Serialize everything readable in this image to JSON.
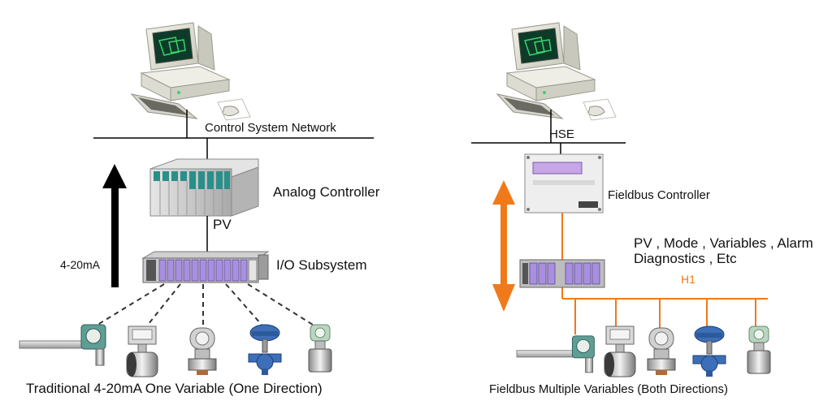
{
  "left": {
    "network_label": "Control System Network",
    "controller_label": "Analog Controller",
    "pv_label": "PV",
    "io_label": "I/O Subsystem",
    "signal_label": "4-20mA",
    "caption": "Traditional 4-20mA  One Variable  (One Direction)"
  },
  "right": {
    "network_label": "HSE",
    "controller_label": "Fieldbus Controller",
    "vars_line1": "PV , Mode , Variables , Alarm",
    "vars_line2": "Diagnostics , Etc",
    "bus_label": "H1",
    "caption": "Fieldbus Multiple Variables (Both Directions)"
  },
  "colors": {
    "black_arrow": "#000000",
    "orange_arrow": "#f07a1a",
    "module_teal": "#2a8f8a",
    "io_purple": "#a98fe0"
  },
  "icons": [
    "workstation-icon",
    "analog-controller-icon",
    "io-rack-icon",
    "fieldbus-controller-icon",
    "transmitter-icon",
    "flowmeter-icon",
    "pressure-transmitter-icon",
    "control-valve-icon",
    "level-transmitter-icon"
  ]
}
